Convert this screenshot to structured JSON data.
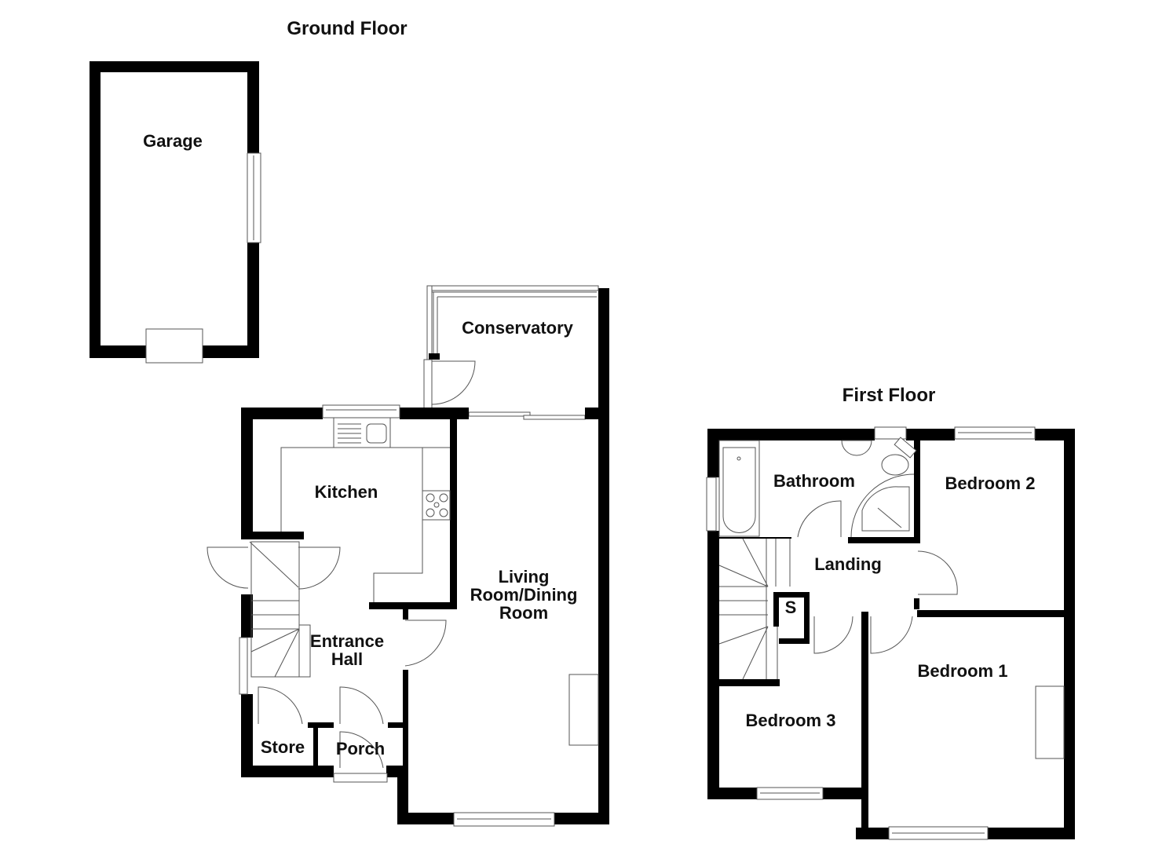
{
  "floors": {
    "ground": {
      "title": "Ground Floor",
      "rooms": {
        "garage": "Garage",
        "conservatory": "Conservatory",
        "kitchen": "Kitchen",
        "living_line1": "Living",
        "living_line2": "Room/Dining",
        "living_line3": "Room",
        "hall_line1": "Entrance",
        "hall_line2": "Hall",
        "store": "Store",
        "porch": "Porch"
      }
    },
    "first": {
      "title": "First Floor",
      "rooms": {
        "bathroom": "Bathroom",
        "bedroom2": "Bedroom 2",
        "landing": "Landing",
        "storage": "S",
        "bedroom1": "Bedroom 1",
        "bedroom3": "Bedroom 3"
      }
    }
  },
  "colors": {
    "wall": "#000000",
    "fixture_line": "#555555",
    "background": "#ffffff"
  }
}
